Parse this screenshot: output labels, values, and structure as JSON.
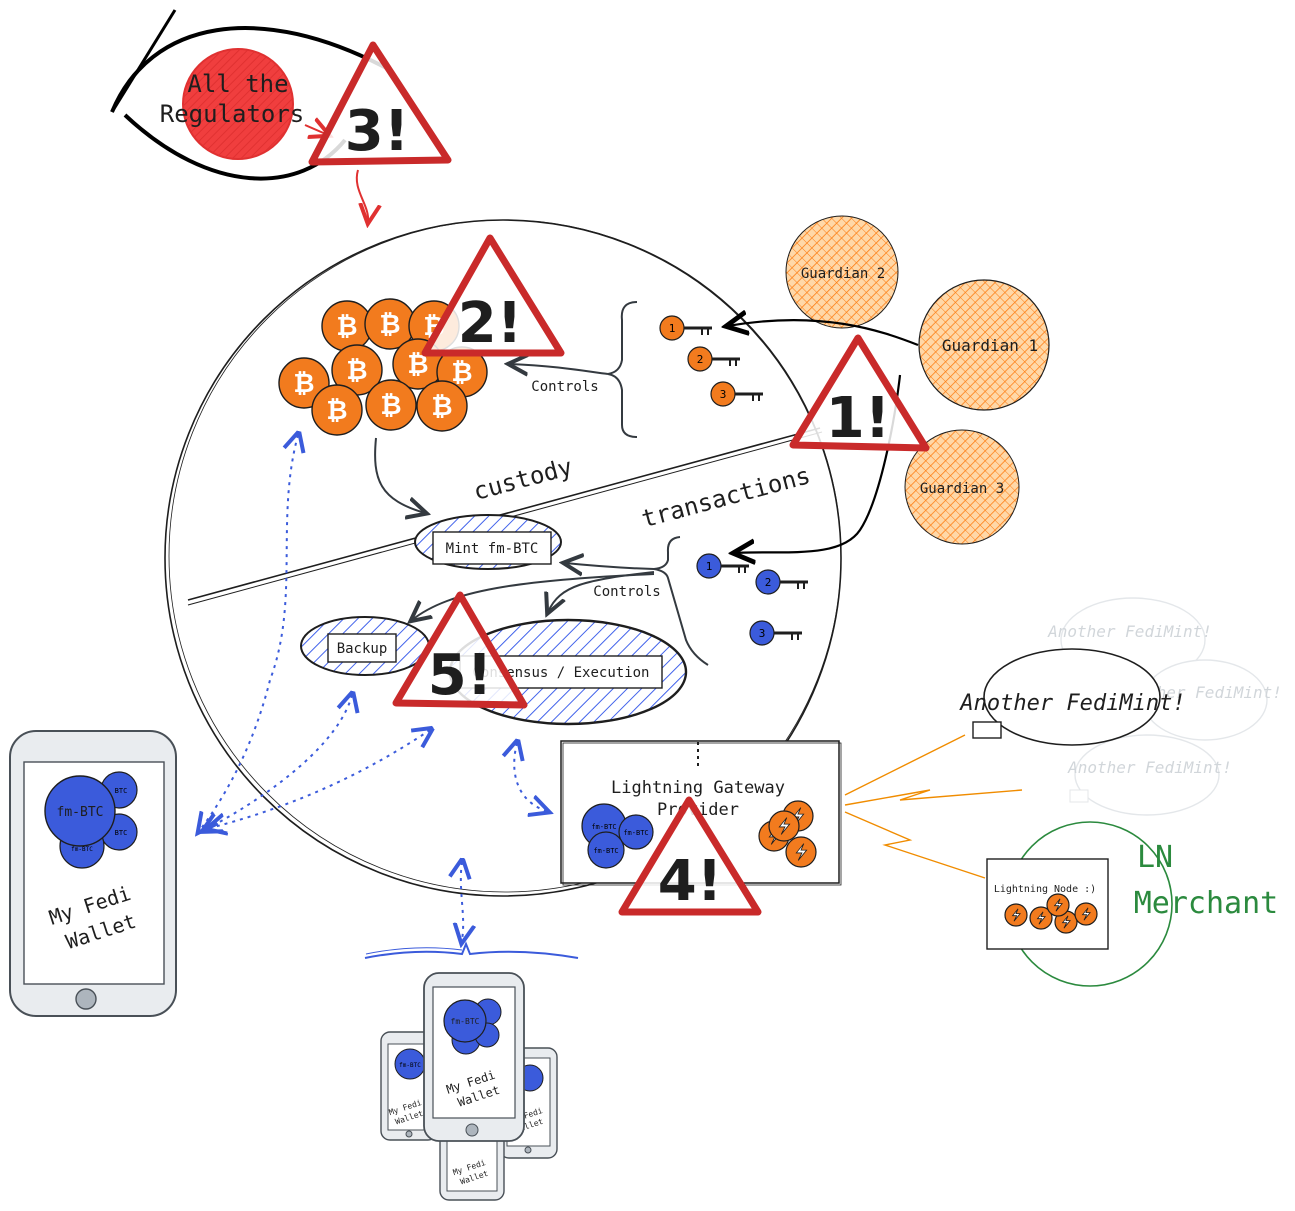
{
  "regulators": {
    "label_line1": "All the",
    "label_line2": "Regulators"
  },
  "warnings": {
    "w1": "1!",
    "w2": "2!",
    "w3": "3!",
    "w4": "4!",
    "w5": "5!"
  },
  "federation": {
    "custody_label": "custody",
    "transactions_label": "transactions",
    "controls_top": "Controls",
    "controls_bottom": "Controls",
    "mint_label": "Mint fm-BTC",
    "backup_label": "Backup",
    "consensus_label": "Consensus / Execution",
    "custody_keys": [
      "1",
      "2",
      "3"
    ],
    "tx_keys": [
      "1",
      "2",
      "3"
    ],
    "bitcoin_symbol": "₿"
  },
  "guardians": [
    "Guardian 2",
    "Guardian 1",
    "Guardian 3"
  ],
  "gateway": {
    "line1": "Lightning Gateway",
    "line2": "Provider",
    "coin_labels": [
      "fm-BTC",
      "fm-BTC",
      "fm-BTC"
    ]
  },
  "other_mints": [
    "Another FediMint!",
    "Another FediMint!",
    "Another FediMint!",
    "Another FediMint!"
  ],
  "merchant": {
    "title_line1": "LN",
    "title_line2": "Merchant",
    "node_label": "Lightning Node :)"
  },
  "wallet_large": {
    "coin_main": "fm-BTC",
    "coin_small": [
      "BTC",
      "BTC",
      "fm-BTC"
    ],
    "label_line1": "My Fedi",
    "label_line2": "Wallet"
  },
  "wallet_group": {
    "center": {
      "coin": "fm-BTC",
      "label_line1": "My Fedi",
      "label_line2": "Wallet"
    },
    "left": {
      "coin": "fm-BTC",
      "label_line1": "My Fedi",
      "label_line2": "Wallet"
    },
    "right": {
      "label_line1": "My Fedi",
      "label_line2": "Wallet"
    },
    "bottom": {
      "label_line1": "My Fedi",
      "label_line2": "Wallet"
    }
  },
  "colors": {
    "bitcoin_orange": "#f27b1e",
    "fedi_blue": "#3b5bdb",
    "warning_red": "#e03131",
    "regulator_red": "#f03e3e",
    "guardian_fill": "#ffa94d",
    "merchant_green": "#2b8a3e",
    "lightning_orange": "#f08c00",
    "faded_gray": "#ced4da"
  }
}
